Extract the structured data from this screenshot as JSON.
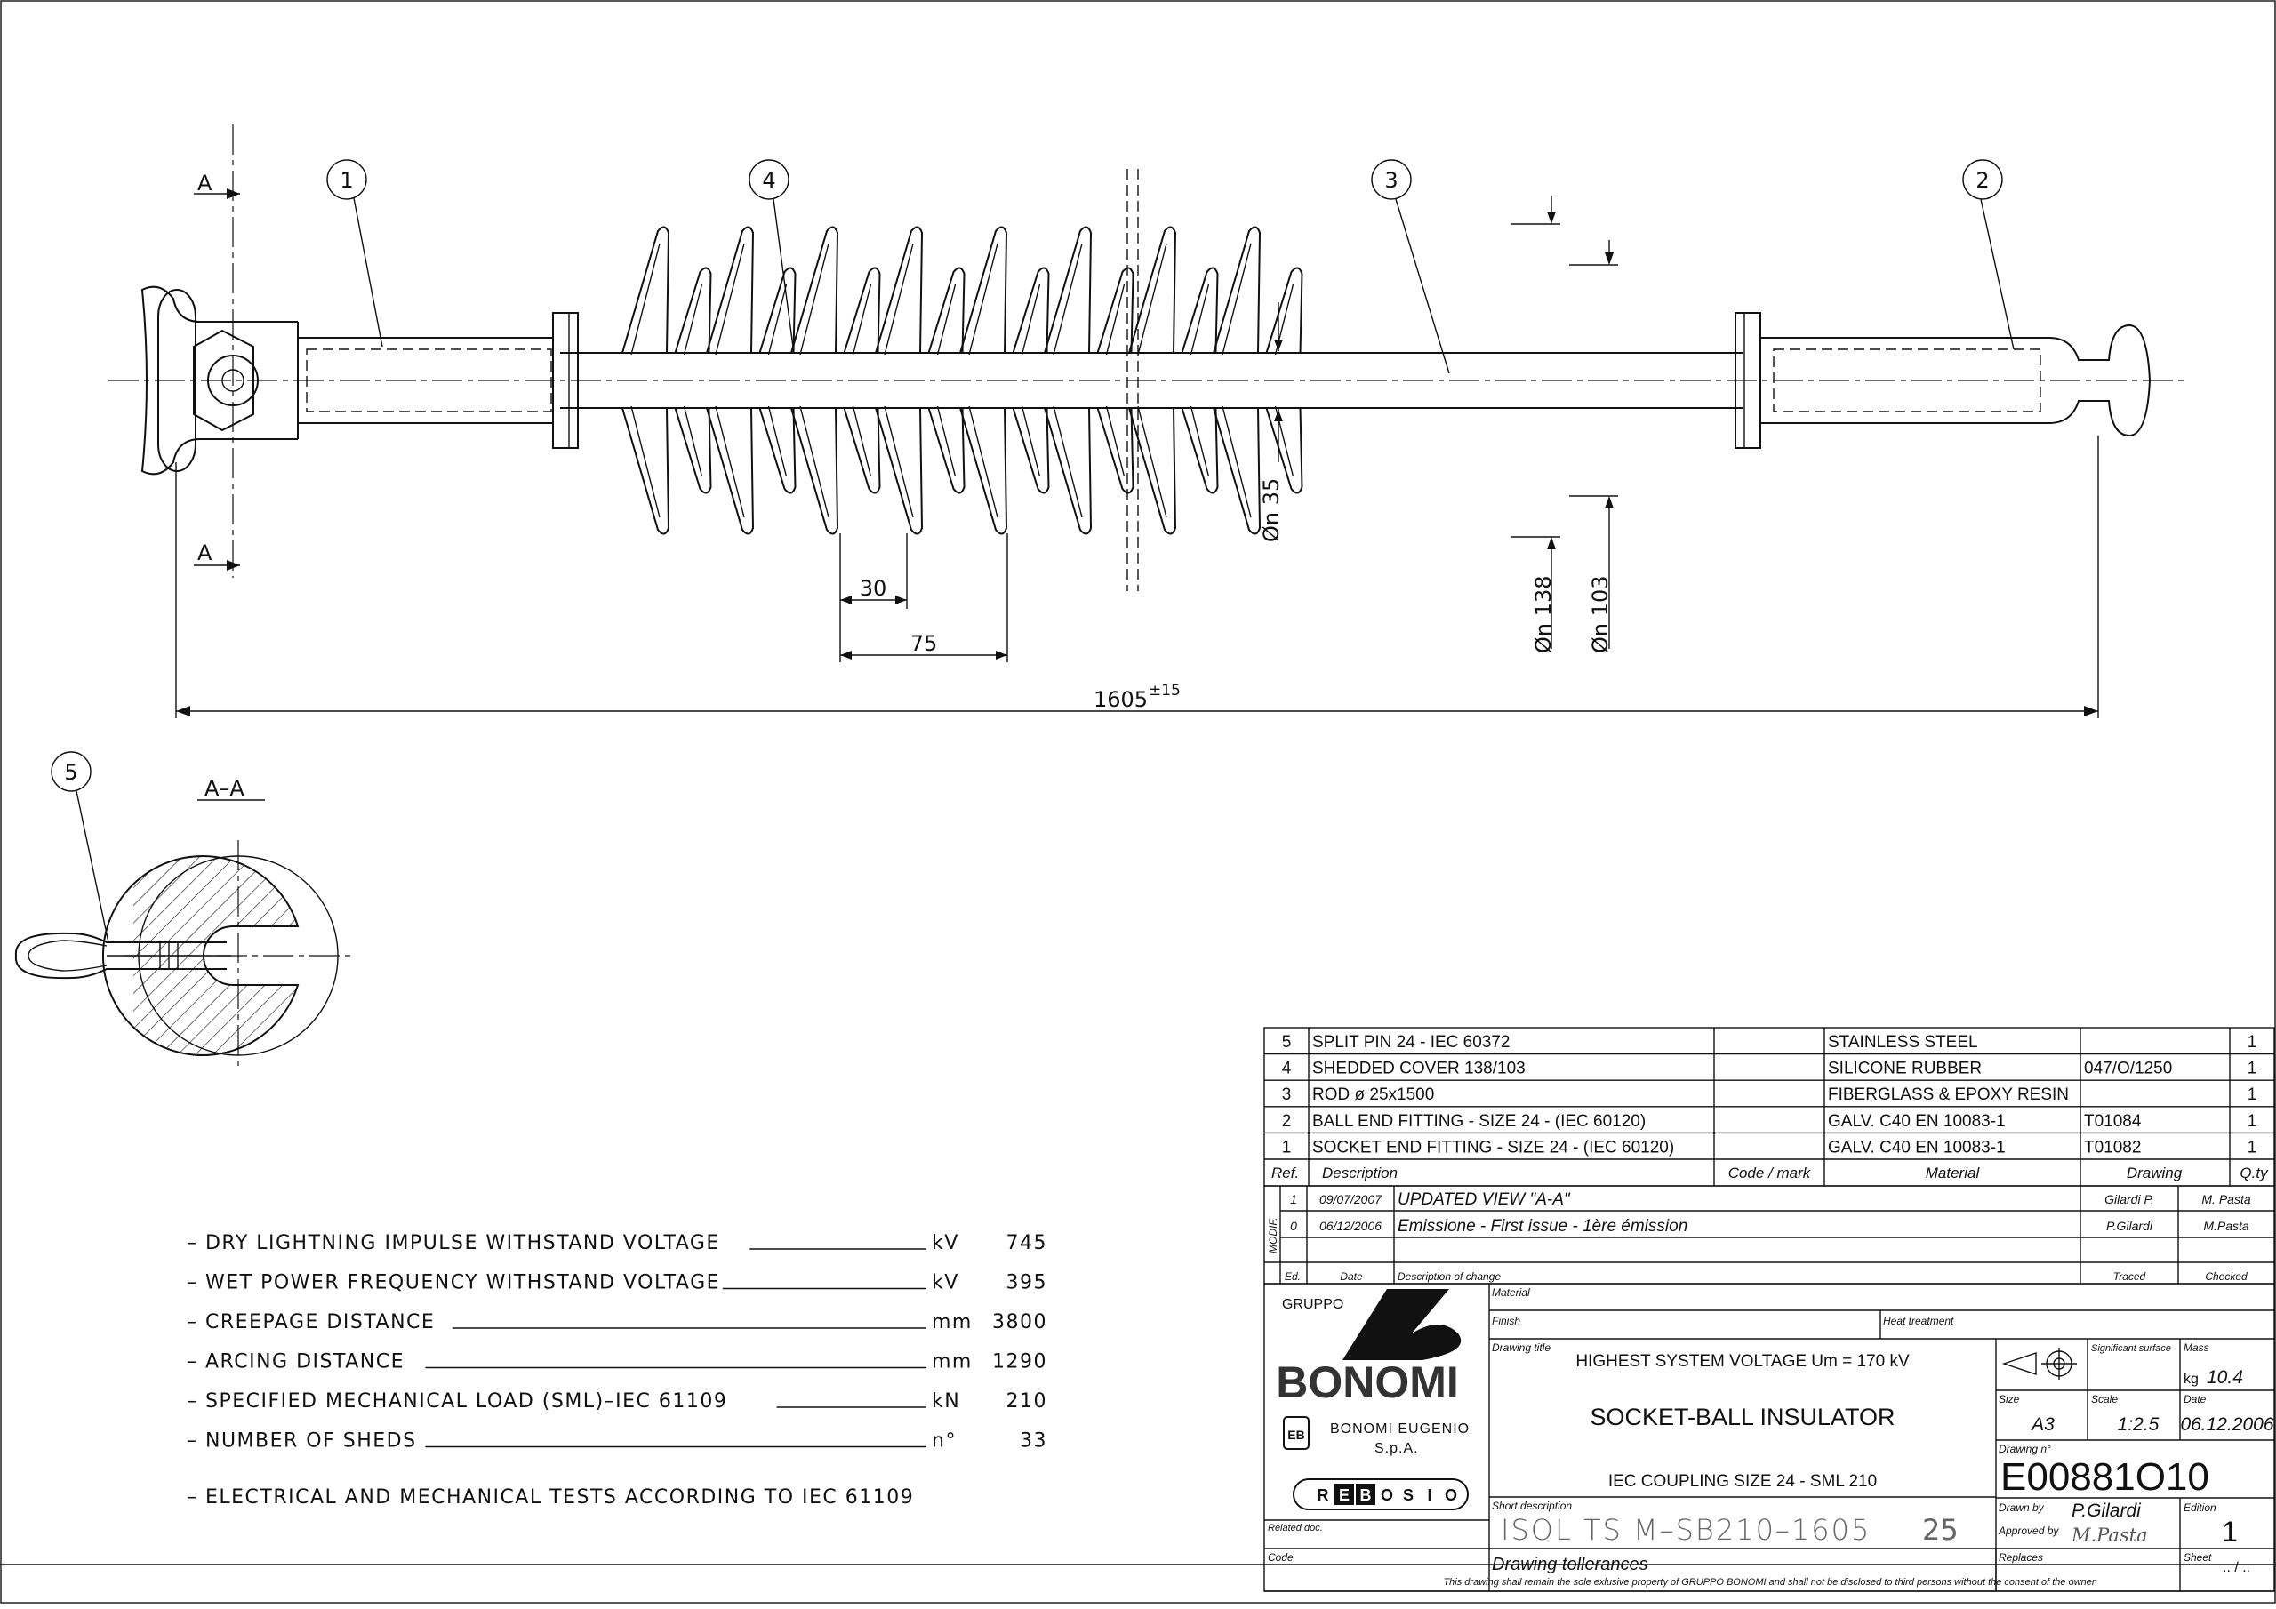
{
  "view_labels": {
    "section_top": "A",
    "section_bottom": "A",
    "section_view": "A–A"
  },
  "callouts": [
    "1",
    "4",
    "3",
    "2",
    "5"
  ],
  "dimensions": {
    "rod_dia": "Øn 35",
    "shed_pitch": "30",
    "big_shed_pitch": "75",
    "big_shed_dia": "Øn 138",
    "small_shed_dia": "Øn 103",
    "overall_length": "1605",
    "overall_tolerance": "±15"
  },
  "specs": [
    {
      "label": "– DRY LIGHTNING IMPULSE WITHSTAND VOLTAGE",
      "unit": "kV",
      "value": "745"
    },
    {
      "label": "– WET POWER FREQUENCY WITHSTAND VOLTAGE",
      "unit": "kV",
      "value": "395"
    },
    {
      "label": "– CREEPAGE DISTANCE",
      "unit": "mm",
      "value": "3800"
    },
    {
      "label": "– ARCING DISTANCE",
      "unit": "mm",
      "value": "1290"
    },
    {
      "label": "– SPECIFIED MECHANICAL LOAD (SML)–IEC 61109",
      "unit": "kN",
      "value": "210"
    },
    {
      "label": "– NUMBER OF SHEDS",
      "unit": "n°",
      "value": "33"
    }
  ],
  "spec_note": "– ELECTRICAL AND MECHANICAL TESTS ACCORDING TO IEC 61109",
  "parts": [
    {
      "ref": "5",
      "desc": "SPLIT PIN 24 - IEC 60372",
      "code": "",
      "material": "STAINLESS STEEL",
      "drawing": "",
      "qty": "1"
    },
    {
      "ref": "4",
      "desc": "SHEDDED COVER 138/103",
      "code": "",
      "material": "SILICONE RUBBER",
      "drawing": "047/O/1250",
      "qty": "1"
    },
    {
      "ref": "3",
      "desc": "ROD ø 25x1500",
      "code": "",
      "material": "FIBERGLASS & EPOXY RESIN",
      "drawing": "",
      "qty": "1"
    },
    {
      "ref": "2",
      "desc": "BALL END FITTING - SIZE 24 - (IEC 60120)",
      "code": "",
      "material": "GALV. C40 EN 10083-1",
      "drawing": "T01084",
      "qty": "1"
    },
    {
      "ref": "1",
      "desc": "SOCKET END FITTING - SIZE 24 - (IEC 60120)",
      "code": "",
      "material": "GALV. C40 EN 10083-1",
      "drawing": "T01082",
      "qty": "1"
    }
  ],
  "parts_header": {
    "ref": "Ref.",
    "desc": "Description",
    "code": "Code / mark",
    "material": "Material",
    "drawing": "Drawing",
    "qty": "Q.ty"
  },
  "revisions": [
    {
      "ed": "1",
      "date": "09/07/2007",
      "desc": "UPDATED VIEW \"A-A\"",
      "traced": "Gilardi P.",
      "checked": "M. Pasta"
    },
    {
      "ed": "0",
      "date": "06/12/2006",
      "desc": "Emissione - First issue - 1ère émission",
      "traced": "P.Gilardi",
      "checked": "M.Pasta"
    }
  ],
  "rev_header": {
    "modif": "MODIF.",
    "ed": "Ed.",
    "date": "Date",
    "desc": "Description of change",
    "traced": "Traced",
    "checked": "Checked"
  },
  "title_block": {
    "gruppo": "GRUPPO",
    "brand": "BONOMI",
    "company": "BONOMI EUGENIO",
    "company2": "S.p.A.",
    "bb": "EB",
    "rebosio": [
      "R",
      "E",
      "B",
      "O",
      "S",
      "I",
      "O"
    ],
    "material_label": "Material",
    "finish_label": "Finish",
    "heat_label": "Heat treatment",
    "title_label": "Drawing title",
    "title_line1": "HIGHEST SYSTEM VOLTAGE Um = 170 kV",
    "title_line2": "SOCKET-BALL INSULATOR",
    "title_line3": "IEC COUPLING SIZE 24 - SML 210",
    "surface_label": "Significant surface",
    "mass_label": "Mass",
    "mass_unit": "kg",
    "mass_value": "10.4",
    "size_label": "Size",
    "size_value": "A3",
    "scale_label": "Scale",
    "scale_value": "1:2.5",
    "date_label": "Date",
    "date_value": "06.12.2006",
    "drawing_no_label": "Drawing n°",
    "drawing_no": "E00881O10",
    "short_desc_label": "Short description",
    "short_desc": "ISOL TS M–SB210–1605",
    "short_desc_num": "25",
    "drawn_label": "Drawn by",
    "drawn_value": "P.Gilardi",
    "approved_label": "Approved by",
    "approved_value": "M.Pasta",
    "edition_label": "Edition",
    "edition_value": "1",
    "related_label": "Related doc.",
    "code_label": "Code",
    "tolerance": "Drawing tollerances",
    "replaces_label": "Replaces",
    "sheet_label": "Sheet",
    "sheet_value": ".. / ..",
    "footer": "This drawing shall remain the sole exlusive property of GRUPPO BONOMI and shall not be disclosed to third persons without the consent of the owner"
  }
}
